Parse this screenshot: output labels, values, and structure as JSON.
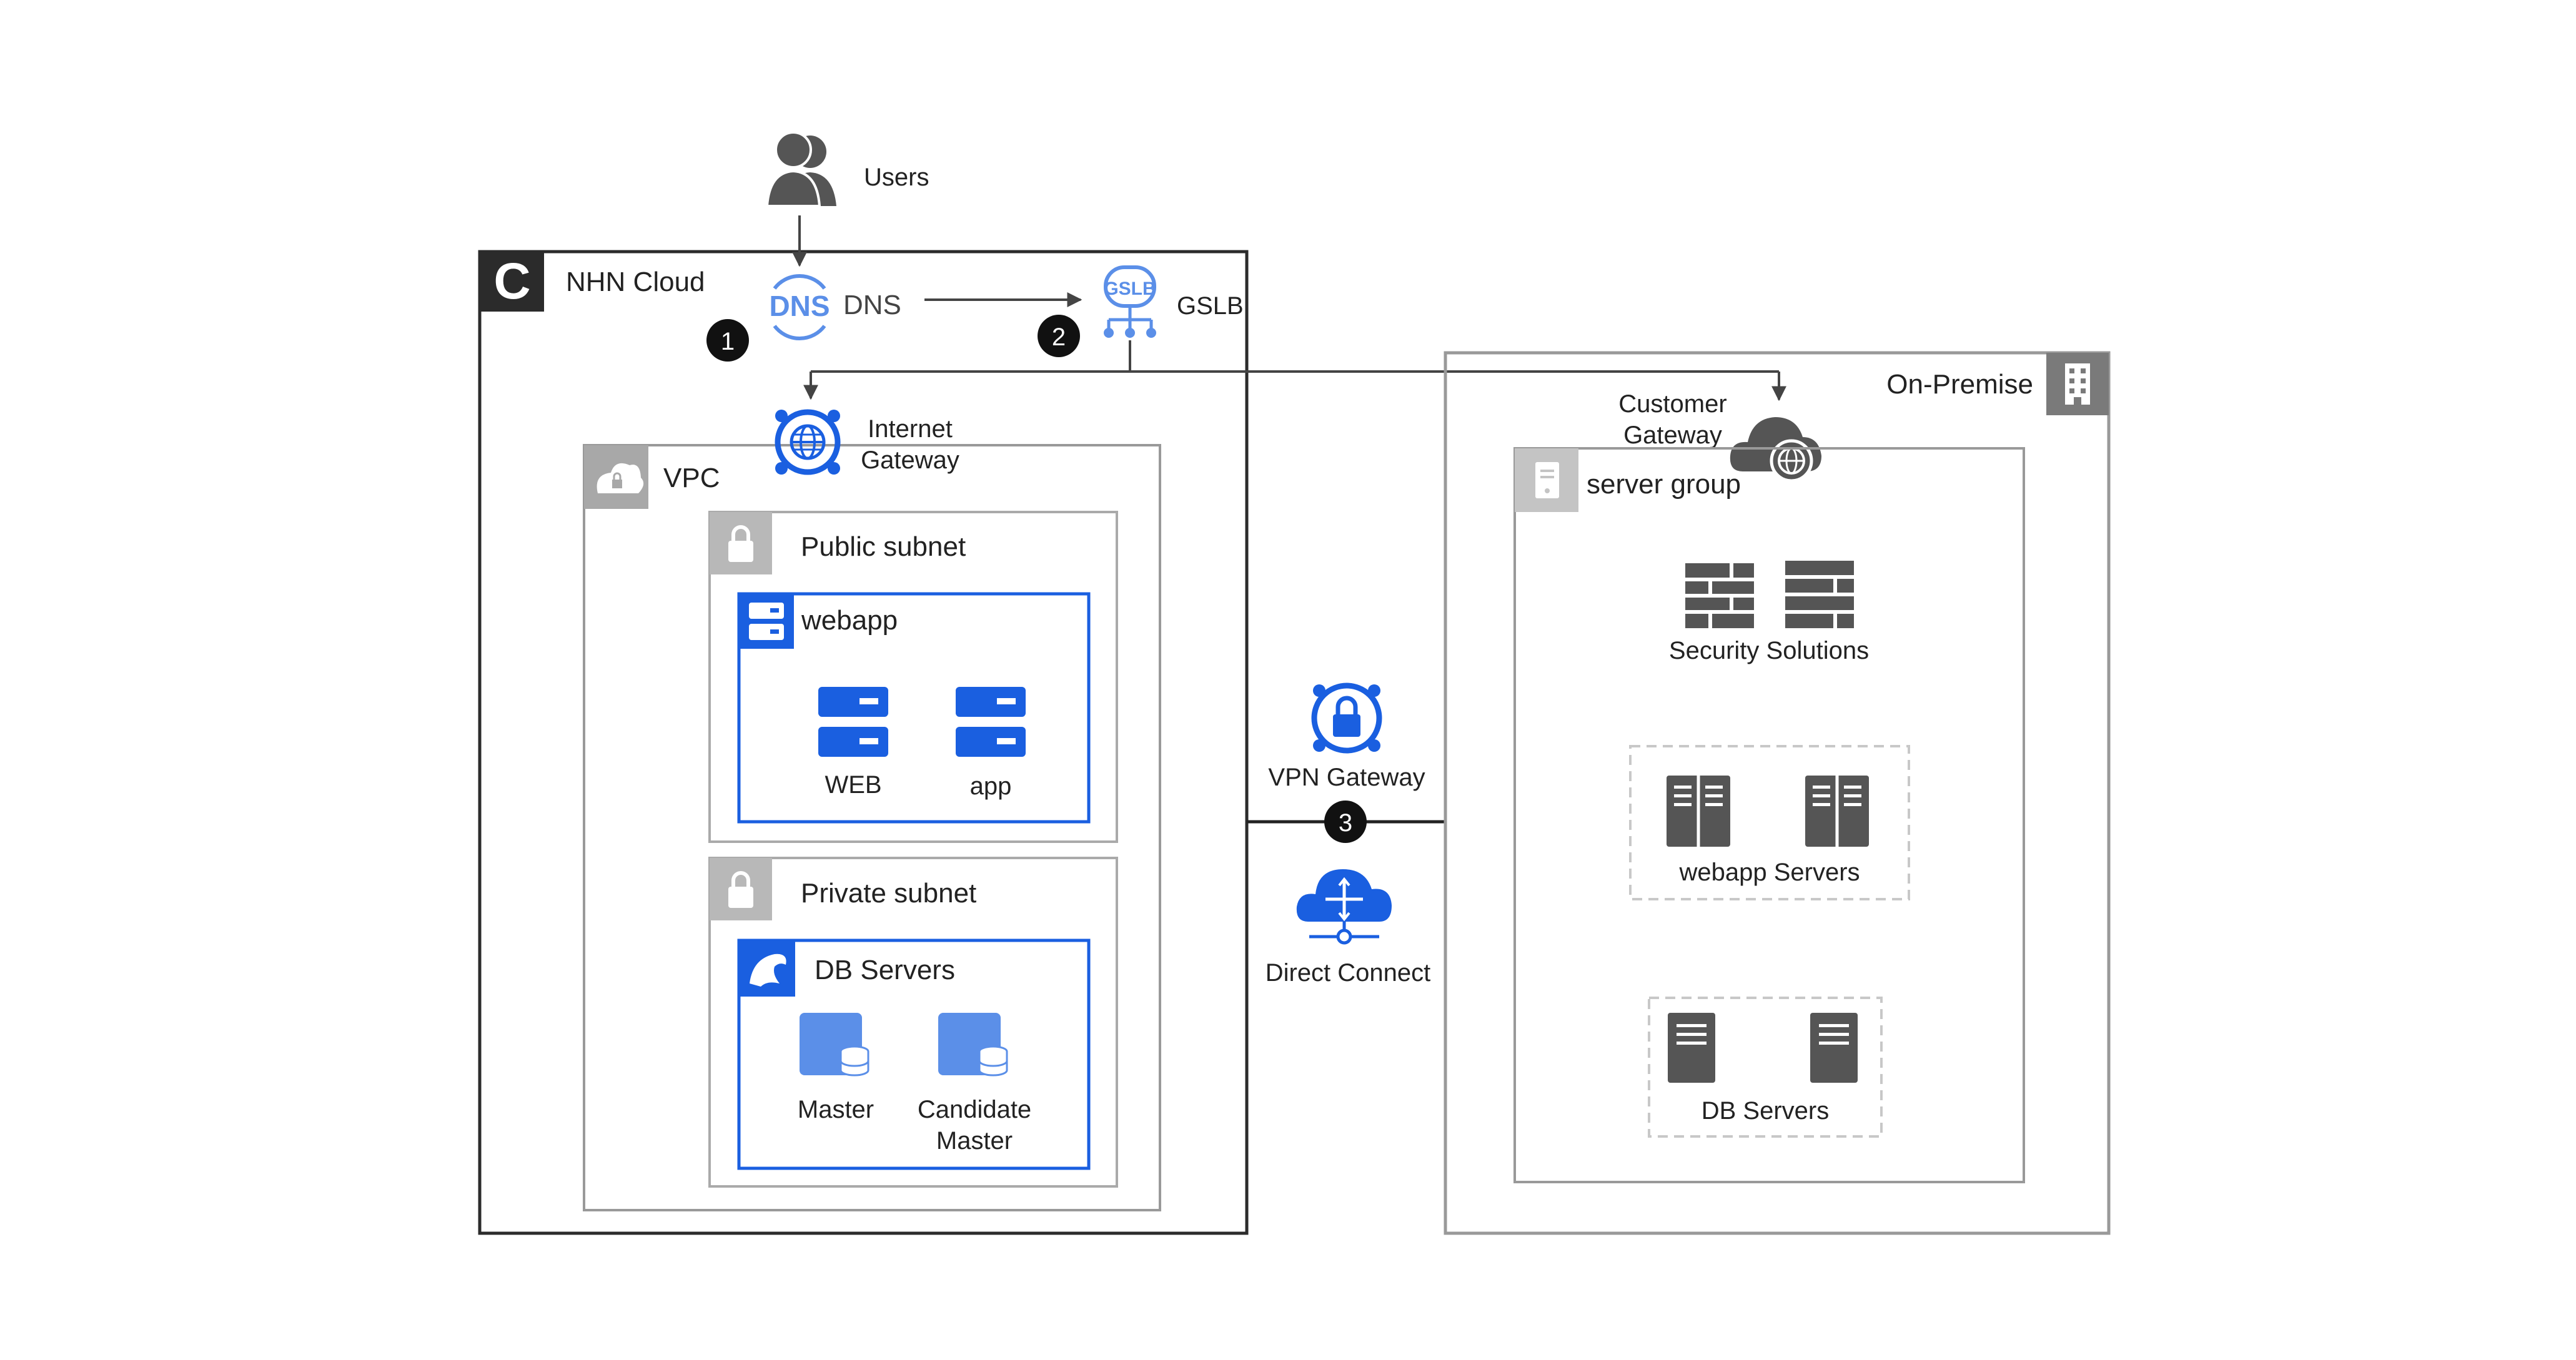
{
  "users": {
    "label": "Users"
  },
  "nhn_cloud": {
    "label": "NHN Cloud",
    "logo_letter": "C"
  },
  "dns": {
    "label": "DNS",
    "icon_text": "DNS"
  },
  "gslb": {
    "label": "GSLB",
    "icon_text": "GSLB"
  },
  "steps": [
    "1",
    "2",
    "3"
  ],
  "internet_gateway": {
    "line1": "Internet",
    "line2": "Gateway"
  },
  "vpc": {
    "label": "VPC"
  },
  "public_subnet": {
    "label": "Public subnet"
  },
  "webapp_group": {
    "label": "webapp",
    "web_label": "WEB",
    "app_label": "app"
  },
  "private_subnet": {
    "label": "Private subnet"
  },
  "db_group": {
    "label": "DB Servers",
    "master_label": "Master",
    "candidate_line1": "Candidate",
    "candidate_line2": "Master"
  },
  "vpn_gateway": {
    "label": "VPN Gateway"
  },
  "direct_connect": {
    "label": "Direct Connect"
  },
  "on_premise": {
    "label": "On-Premise"
  },
  "customer_gateway": {
    "line1": "Customer",
    "line2": "Gateway"
  },
  "server_group": {
    "label": "server group"
  },
  "security_solutions": {
    "label": "Security Solutions"
  },
  "webapp_servers": {
    "label": "webapp Servers"
  },
  "onprem_db_servers": {
    "label": "DB Servers"
  },
  "colors": {
    "blue": "#1a5fe0",
    "light_blue": "#5b8fe8",
    "dark": "#2b2b2b",
    "gray": "#8a8a8a",
    "icon_gray": "#555555"
  }
}
